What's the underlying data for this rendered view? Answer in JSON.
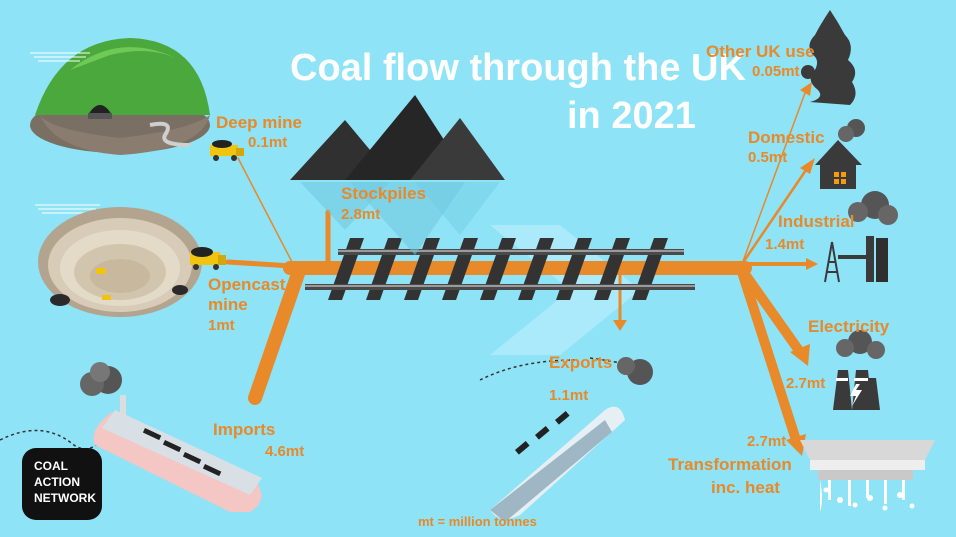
{
  "title": {
    "line1": "Coal flow through the UK",
    "line2": "in 2021"
  },
  "footnote": "mt = million tonnes",
  "logo": {
    "line1": "COAL",
    "line2": "ACTION",
    "line3": "NETWORK"
  },
  "colors": {
    "background": "#8fe3f7",
    "flow": "#e8892a",
    "title": "#ffffff",
    "dark": "#2b2b2b"
  },
  "sources": [
    {
      "name": "Deep mine",
      "value": "0.1mt",
      "icon": "deep-mine-icon"
    },
    {
      "name": "Opencast",
      "name2": "mine",
      "value": "1mt",
      "icon": "opencast-mine-icon"
    },
    {
      "name": "Imports",
      "value": "4.6mt",
      "icon": "import-ship-icon"
    }
  ],
  "stockpiles": {
    "name": "Stockpiles",
    "value": "2.8mt",
    "icon": "coal-stockpile-icon"
  },
  "exports": {
    "name": "Exports",
    "value": "1.1mt",
    "icon": "export-ship-icon"
  },
  "uses": [
    {
      "name": "Other UK use",
      "value": "0.05mt",
      "icon": "uk-map-icon"
    },
    {
      "name": "Domestic",
      "value": "0.5mt",
      "icon": "house-icon"
    },
    {
      "name": "Industrial",
      "value": "1.4mt",
      "icon": "factory-icon"
    },
    {
      "name": "Electricity",
      "value": "2.7mt",
      "icon": "power-station-icon"
    },
    {
      "name": "Transformation",
      "name2": "inc. heat",
      "value": "2.7mt",
      "icon": "coke-oven-icon"
    }
  ]
}
